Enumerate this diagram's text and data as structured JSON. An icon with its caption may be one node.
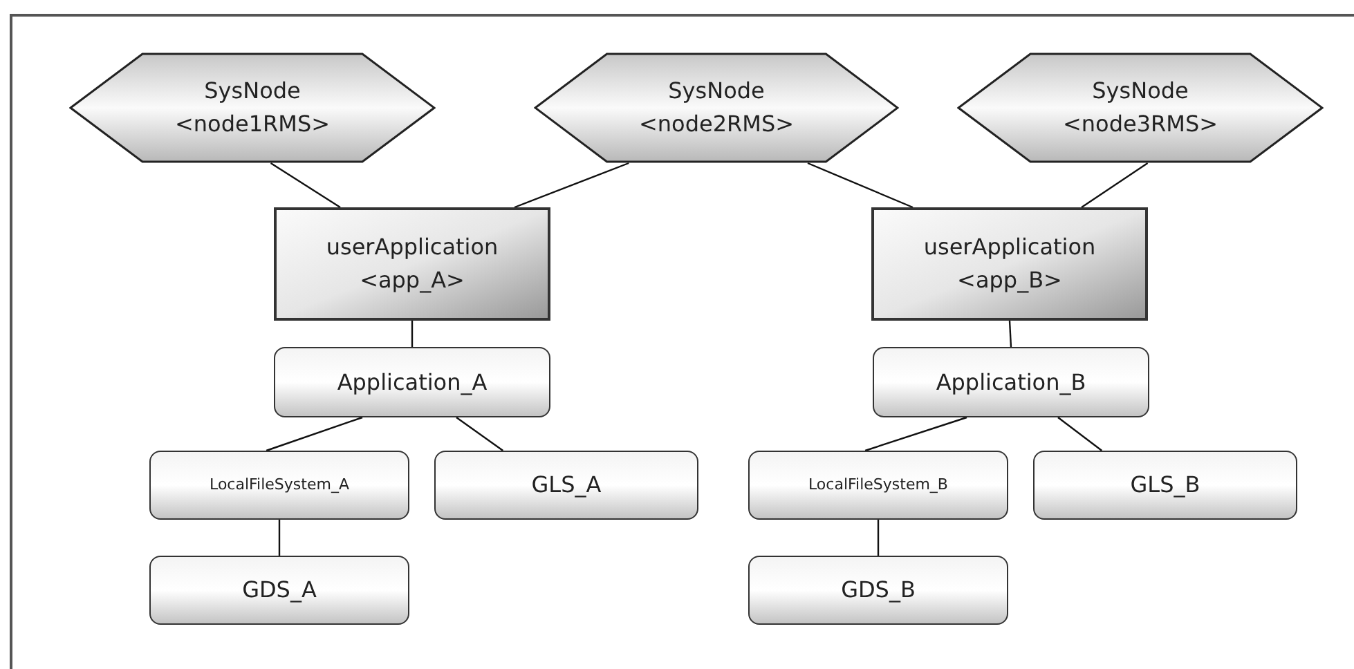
{
  "diagram": {
    "nodes": [
      {
        "text": [
          "SysNode <node1RMS>"
        ]
      },
      {
        "text": [
          "SysNode <node2RMS>"
        ]
      },
      {
        "text": [
          "SysNode <node3RMS>"
        ]
      },
      {
        "text": [
          "userApplication <app_A>"
        ]
      },
      {
        "text": [
          "userApplication <app_B>"
        ]
      },
      {
        "text": [
          "Application_A"
        ]
      },
      {
        "text": [
          "Application_B"
        ]
      },
      {
        "text": [
          "LocalFileSystem_A"
        ]
      },
      {
        "text": [
          "GLS_A"
        ]
      },
      {
        "text": [
          "LocalFileSystem_B"
        ]
      },
      {
        "text": [
          "GLS_B"
        ]
      },
      {
        "text": [
          "GDS_A"
        ]
      },
      {
        "text": [
          "GDS_B"
        ]
      }
    ],
    "edges": [
      {
        "from": 0,
        "to": 3,
        "arrow": "none"
      },
      {
        "from": 1,
        "to": 3,
        "arrow": "none"
      },
      {
        "from": 1,
        "to": 4,
        "arrow": "none"
      },
      {
        "from": 2,
        "to": 4,
        "arrow": "none"
      },
      {
        "from": 3,
        "to": 5,
        "arrow": "none"
      },
      {
        "from": 4,
        "to": 6,
        "arrow": "none"
      },
      {
        "from": 5,
        "to": 7,
        "arrow": "none"
      },
      {
        "from": 5,
        "to": 8,
        "arrow": "none"
      },
      {
        "from": 6,
        "to": 9,
        "arrow": "none"
      },
      {
        "from": 6,
        "to": 10,
        "arrow": "none"
      },
      {
        "from": 7,
        "to": 11,
        "arrow": "none"
      },
      {
        "from": 9,
        "to": 12,
        "arrow": "none"
      }
    ]
  }
}
